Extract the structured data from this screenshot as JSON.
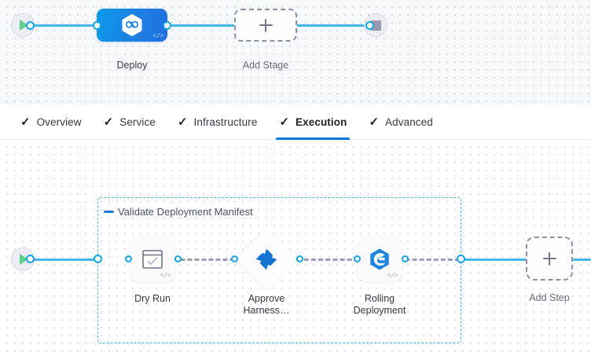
{
  "stage_canvas": {
    "start_node": {
      "name": "pipeline-start",
      "icon": "play-icon"
    },
    "end_node": {
      "name": "pipeline-end",
      "icon": "stop-icon"
    },
    "nodes": [
      {
        "id": "deploy",
        "label": "Deploy",
        "icon": "harness-hexagon-icon",
        "badge": "</>",
        "type": "stage"
      },
      {
        "id": "add-stage",
        "label": "Add Stage",
        "icon": "plus-icon",
        "type": "add"
      }
    ]
  },
  "tabs": [
    {
      "id": "overview",
      "label": "Overview",
      "icon": "check-icon",
      "active": false
    },
    {
      "id": "service",
      "label": "Service",
      "icon": "check-icon",
      "active": false
    },
    {
      "id": "infrastructure",
      "label": "Infrastructure",
      "icon": "check-icon",
      "active": false
    },
    {
      "id": "execution",
      "label": "Execution",
      "icon": "check-icon",
      "active": true
    },
    {
      "id": "advanced",
      "label": "Advanced",
      "icon": "check-icon",
      "active": false
    }
  ],
  "step_canvas": {
    "start_node": {
      "name": "execution-start",
      "icon": "play-icon"
    },
    "group": {
      "title": "Validate Deployment Manifest",
      "collapse_icon": "minus-icon"
    },
    "steps": [
      {
        "id": "dry-run",
        "label": "Dry Run",
        "icon": "checkbox-window-icon",
        "badge": "</>",
        "shape": "rounded"
      },
      {
        "id": "approve-harness",
        "label_line1": "Approve",
        "label_line2": "Harness…",
        "icon": "harness-approval-icon",
        "shape": "diamond"
      },
      {
        "id": "rolling-deployment",
        "label_line1": "Rolling",
        "label_line2": "Deployment",
        "icon": "rolling-deployment-icon",
        "badge": "</>",
        "shape": "rounded"
      }
    ],
    "add_step": {
      "label": "Add Step",
      "icon": "plus-icon"
    }
  },
  "colors": {
    "accent_blue": "#0278d5",
    "connector_blue": "#40b7ea",
    "port_blue": "#13a5e8",
    "dashed_gray": "#9a9fb5",
    "group_border": "#4ab3e8",
    "stage_gradient_from": "#0b9ae8",
    "stage_gradient_to": "#2070e0",
    "play_green": "#5fd08a",
    "stop_gray": "#9a98ae",
    "canvas_top_bg": "#f5f9fc",
    "canvas_bottom_bg": "#ffffff"
  }
}
